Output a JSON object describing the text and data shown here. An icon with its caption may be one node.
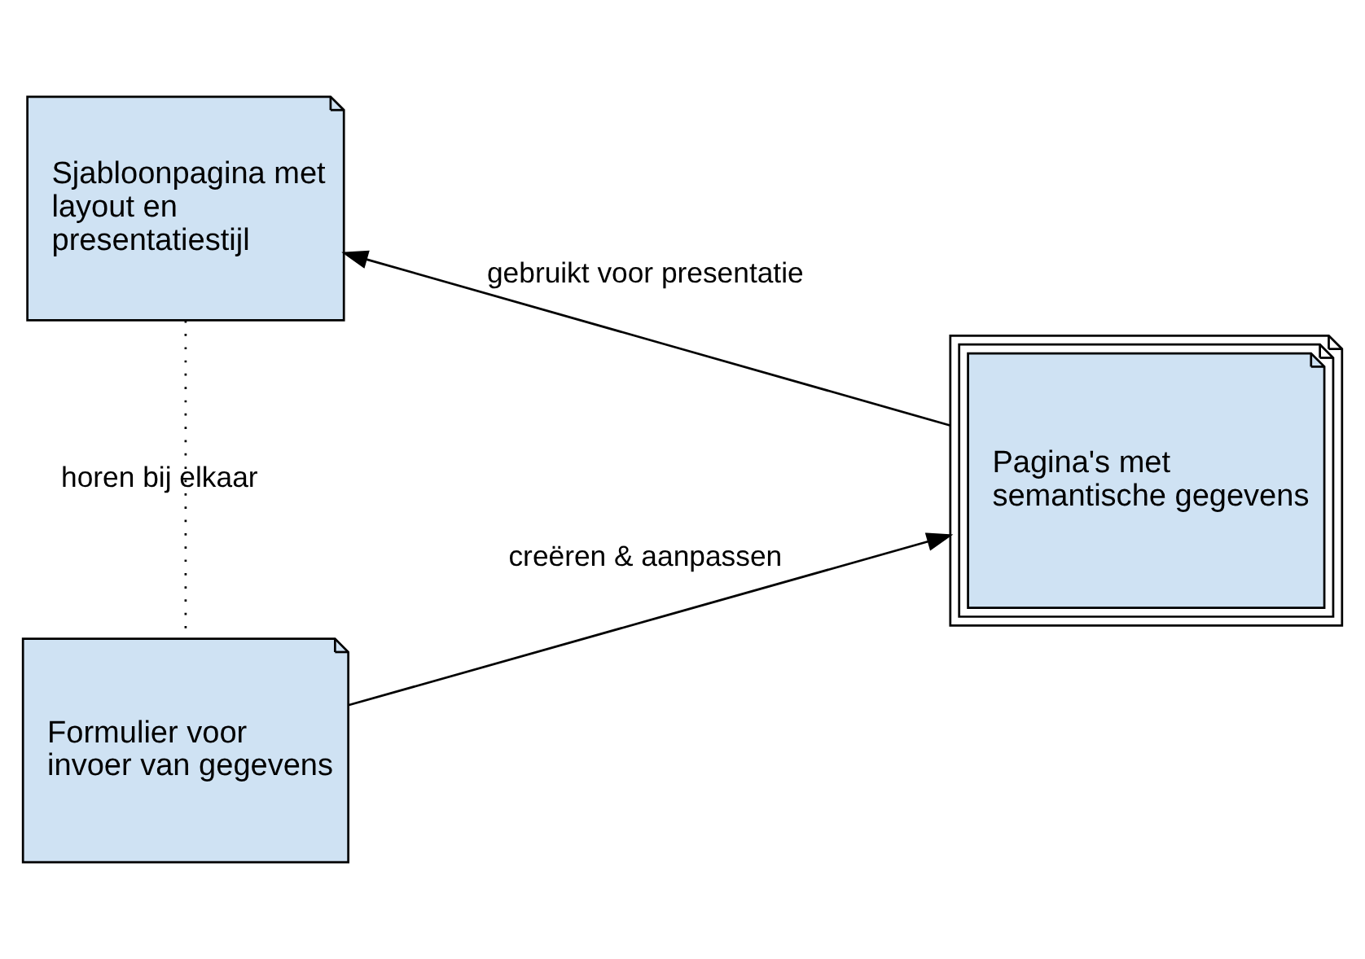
{
  "diagram": {
    "nodes": [
      {
        "text": [
          "Sjabloonpagina met layout en presentatiestijl"
        ]
      },
      {
        "text": [
          "Formulier voor invoer van gegevens"
        ]
      },
      {
        "text": [
          "Pagina's met semantische gegevens"
        ]
      }
    ],
    "edges": [
      {
        "from": 2,
        "to": 0,
        "arrow": "to",
        "label": "gebruikt voor presentatie"
      },
      {
        "from": 0,
        "to": 1,
        "arrow": "none",
        "label": "horen bij elkaar",
        "style": "dashed"
      },
      {
        "from": 1,
        "to": 2,
        "arrow": "to",
        "label": "creëren & aanpassen"
      }
    ]
  }
}
